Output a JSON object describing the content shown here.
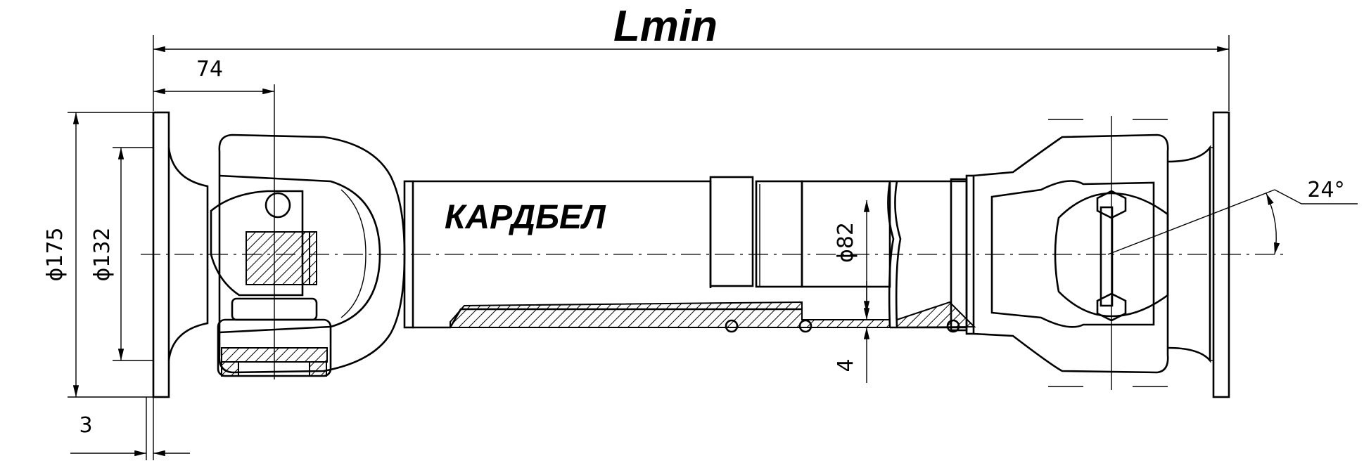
{
  "title": "Lmin",
  "brand": "КАРДБЕЛ",
  "dimensions": {
    "flange_offset": "74",
    "flange_outer_diameter": "ϕ175",
    "flange_pilot_diameter": "ϕ132",
    "tube_diameter": "ϕ82",
    "wall_thickness": "4",
    "flange_thickness": "3",
    "max_angle": "24°"
  }
}
